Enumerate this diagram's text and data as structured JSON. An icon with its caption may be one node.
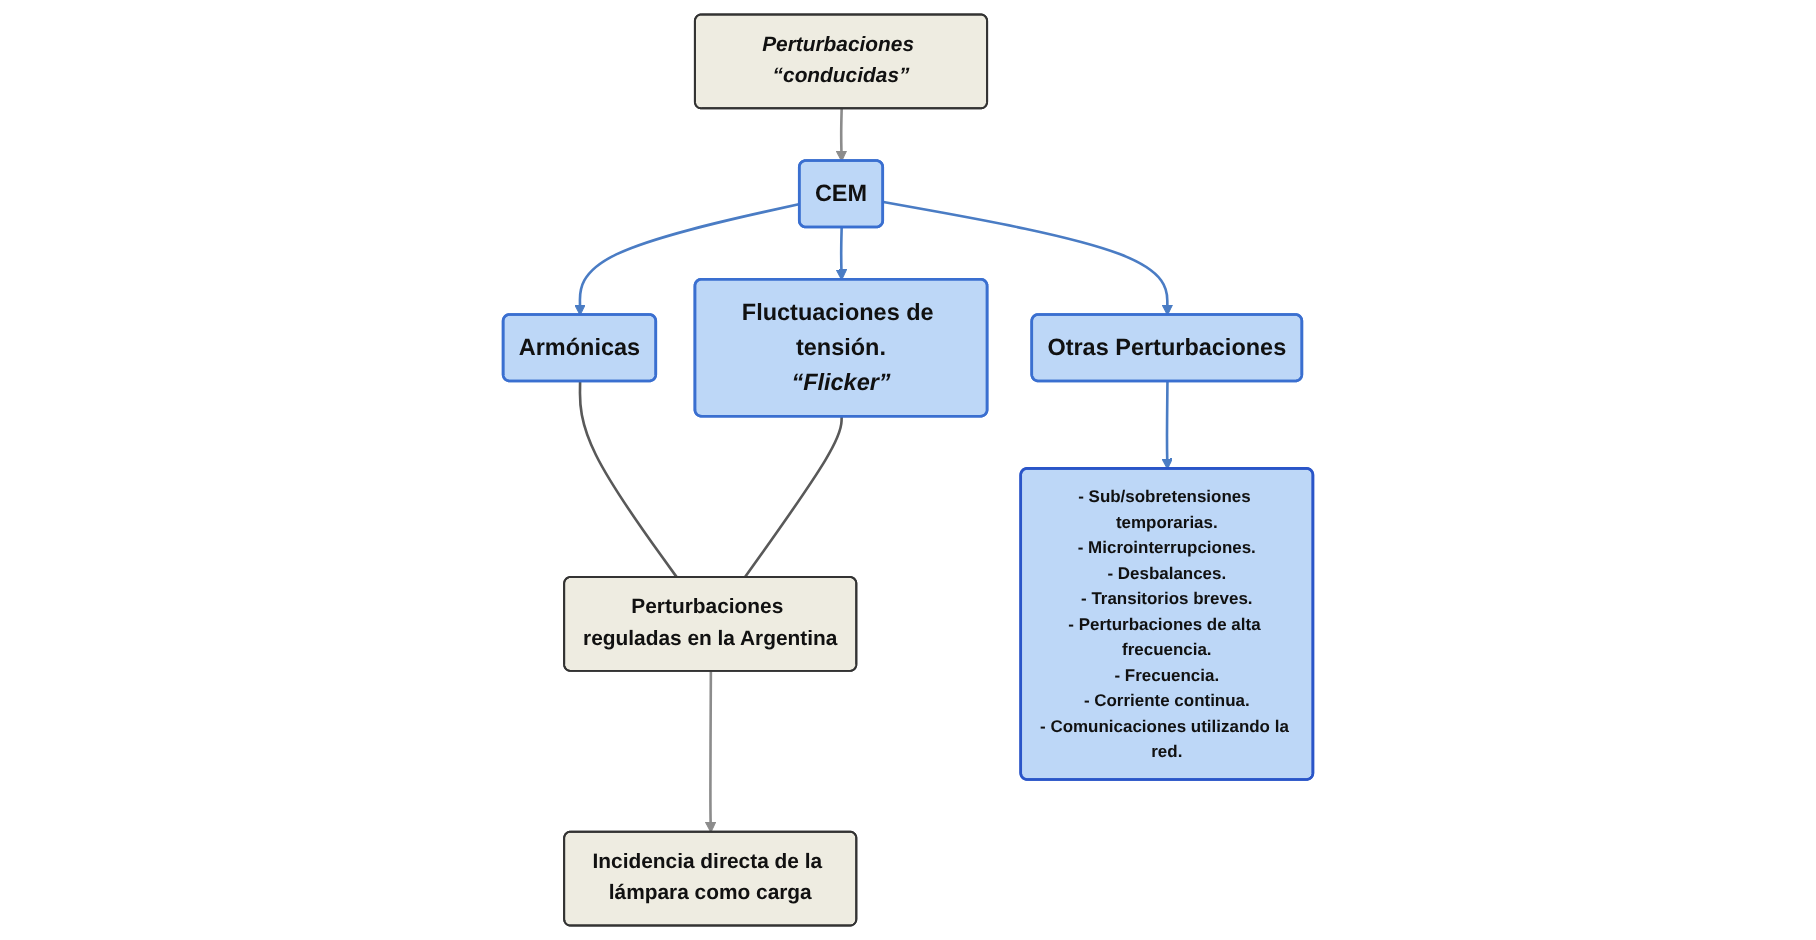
{
  "diagram": {
    "nodes": [
      {
        "text": [
          "CEM"
        ]
      },
      {
        "text": [
          "Perturbaciones “conducidas”"
        ]
      },
      {
        "text": [
          "Armónicas"
        ]
      },
      {
        "text": [
          "Fluctuaciones de tensión.",
          "“Flicker”"
        ]
      },
      {
        "text": [
          "Otras Perturbaciones"
        ]
      },
      {
        "text": [
          "Perturbaciones reguladas en la Argentina"
        ]
      },
      {
        "text": [
          "Incidencia directa de la lámpara como carga"
        ]
      },
      {
        "text": [
          "- Sub/sobretensiones temporarias.",
          "- Microinterrupciones.",
          "- Desbalances.",
          "- Transitorios breves.",
          "- Perturbaciones de alta frecuencia.",
          "- Frecuencia.",
          "- Corriente continua.",
          "- Comunicaciones utilizando la red."
        ]
      }
    ],
    "edges": [
      {
        "from": 1,
        "to": 0,
        "arrow": "to",
        "color": "#8c8c8c"
      },
      {
        "from": 0,
        "to": 2,
        "arrow": "to"
      },
      {
        "from": 0,
        "to": 3,
        "arrow": "to"
      },
      {
        "from": 0,
        "to": 4,
        "arrow": "to"
      },
      {
        "from": 2,
        "to": 5,
        "arrow": "none",
        "color": "#595959"
      },
      {
        "from": 3,
        "to": 5,
        "arrow": "none",
        "color": "#595959"
      },
      {
        "from": 5,
        "to": 6,
        "arrow": "to",
        "color": "#8c8c8c"
      },
      {
        "from": 4,
        "to": 7,
        "arrow": "to"
      }
    ]
  }
}
